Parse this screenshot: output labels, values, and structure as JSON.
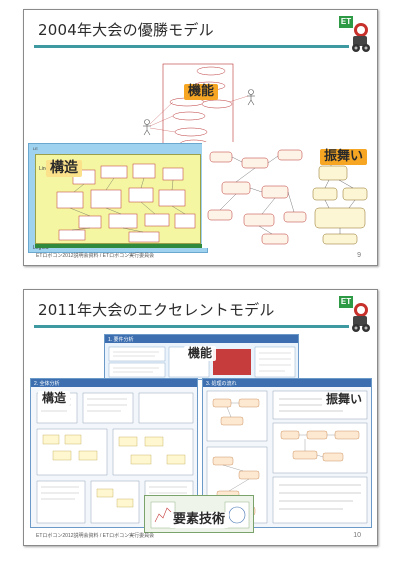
{
  "slide1": {
    "title": "2004年大会の優勝モデル",
    "callouts": {
      "function": "機能",
      "structure": "構造",
      "behavior": "振舞い"
    },
    "diagram_labels": {
      "env": "LE",
      "line": "Line",
      "legos": "LegOS"
    },
    "logo_text": "ET",
    "footer": "ETロボコン2012説明会資料 / ETロボコン実行委員会",
    "page_number": "9"
  },
  "slide2": {
    "title": "2011年大会のエクセレントモデル",
    "sections": {
      "requirements": "1. 要件分析",
      "design": "2. 全体分析",
      "behavior_section": "3. 処理の流れ"
    },
    "callouts": {
      "function": "機能",
      "structure": "構造",
      "behavior": "振舞い",
      "tech": "要素技術"
    },
    "logo_text": "ET",
    "footer": "ETロボコン2012説明会資料 / ETロボコン実行委員会",
    "page_number": "10"
  }
}
